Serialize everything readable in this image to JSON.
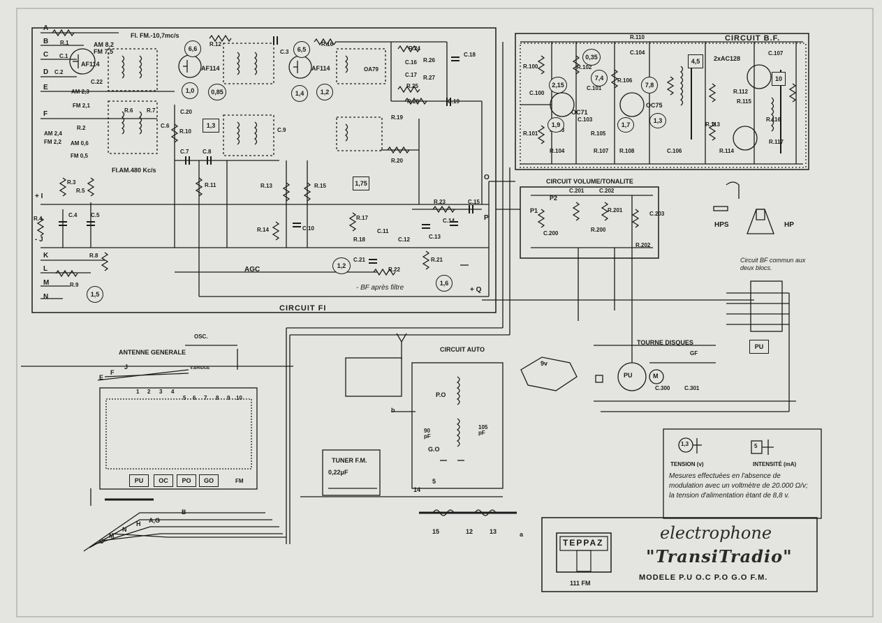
{
  "terminals_left": [
    "A",
    "B",
    "C",
    "D",
    "E",
    "F",
    "I",
    "J",
    "K",
    "L",
    "M",
    "N"
  ],
  "section_titles": {
    "fi": "CIRCUIT FI",
    "bf": "CIRCUIT B.F.",
    "volume": "CIRCUIT VOLUME/TONALITE",
    "auto": "CIRCUIT AUTO",
    "tourne": "TOURNE DISQUES",
    "antenne": "ANTENNE GENERALE",
    "tuner": "TUNER F.M.",
    "agc": "AGC",
    "osc": "OSC."
  },
  "fi_labels": {
    "fm": "FI. FM.-10,7mc/s",
    "am": "FI.AM.480 Kc/s",
    "bf_filter": "- BF après filtre",
    "vbridge": "V.BRIDGE"
  },
  "transistors": [
    "AF114",
    "AF114",
    "AF114",
    "OC71",
    "OC75",
    "2xAC128"
  ],
  "resistors": [
    "R.1",
    "R.2",
    "R.3",
    "R.4",
    "R.5",
    "R.6",
    "R.7",
    "R.8",
    "R.9",
    "R.10",
    "R.11",
    "R.12",
    "R.13",
    "R.14",
    "R.15",
    "R.16",
    "R.17",
    "R.18",
    "R.19",
    "R.20",
    "R.21",
    "R.22",
    "R.23",
    "R.24",
    "R.25",
    "R.26",
    "R.27",
    "R.28",
    "R.100",
    "R.101",
    "R.102",
    "R.103",
    "R.104",
    "R.105",
    "R.106",
    "R.107",
    "R.108",
    "R.110",
    "R.112",
    "R.113",
    "R.114",
    "R.115",
    "R.116",
    "R.117",
    "R.200",
    "R.201",
    "R.202"
  ],
  "capacitors": [
    "C.1",
    "C.2",
    "C.3",
    "C.4",
    "C.5",
    "C.6",
    "C.7",
    "C.8",
    "C.9",
    "C.10",
    "C.11",
    "C.12",
    "C.13",
    "C.14",
    "C.15",
    "C.16",
    "C.17",
    "C.18",
    "C.19",
    "C.20",
    "C.21",
    "C.22",
    "C.100",
    "C.101",
    "C.103",
    "C.104",
    "C.106",
    "C.107",
    "C.200",
    "C.201",
    "C.202",
    "C.203",
    "C.300",
    "C.301"
  ],
  "measure_circles": [
    "6,6",
    "1,0",
    "0,85",
    "6,5",
    "1,4",
    "1,2",
    "2,15",
    "0,35",
    "7,4",
    "1,9",
    "7,8",
    "1,7",
    "1,3",
    "1,2",
    "1,6",
    "1,5"
  ],
  "measure_boxes": [
    "1,3",
    "1,75",
    "4,5",
    "10"
  ],
  "misc": {
    "am_fm_1": "AM 8,2",
    "am_fm_2": "FM 7,5",
    "am_3": "AM 2,3",
    "fm_21": "FM 2,1",
    "am24": "AM 2,4",
    "fm22": "FM 2,2",
    "am06": "AM 0,6",
    "fm05": "FM 0,5",
    "oa79": "OA79",
    "o_term": "O",
    "p_term": "P",
    "q_term": "+ Q",
    "plus_i": "+ I",
    "minus_j": "- J",
    "pot1": "P1",
    "pot2": "P2",
    "hp": "HP",
    "hps": "HPS",
    "pu": "PU",
    "m": "M",
    "gf": "GF",
    "circuit_bf_commun": "Circuit BF commun aux deux blocs.",
    "capacitor_tuner": "0,22μF",
    "auto_po": "P.O",
    "auto_go": "G.O",
    "auto_90pf": "90 pF",
    "auto_105pf": "105 pF",
    "cap_9v": "9v"
  },
  "switch_buttons": [
    "PU",
    "OC",
    "PO",
    "GO",
    "FM"
  ],
  "switch_numbers": [
    "1",
    "2",
    "3",
    "4",
    "5",
    "6",
    "7",
    "8",
    "9",
    "10"
  ],
  "bottom_wires": [
    "B",
    "A,G",
    "H",
    "N",
    "M",
    "C",
    "E",
    "F",
    "J"
  ],
  "auto_terminals": [
    "5",
    "14",
    "15",
    "12",
    "13",
    "a",
    "b"
  ],
  "legend": {
    "tension_value": "1,3",
    "tension_label": "TENSION (v)",
    "intensity_value": "5",
    "intensity_label": "INTENSITÉ (mA)",
    "note": "Mesures effectuées en l'absence de modulation avec un voltmètre de 20.000 Ω/v; la tension d'alimentation étant de 8,8 v."
  },
  "title_block": {
    "brand": "electrophone",
    "product": "\"TransiTradio\"",
    "logo_text": "TEPPAZ",
    "logo_model": "111 FM",
    "models": "MODELE P.U O.C P.O G.O F.M."
  }
}
